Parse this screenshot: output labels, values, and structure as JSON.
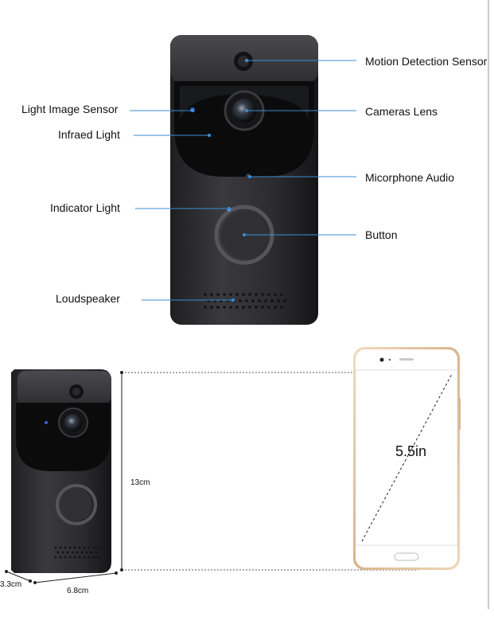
{
  "callouts": {
    "motion_sensor": "Motion Detection Sensor",
    "light_sensor": "Light Image Sensor",
    "camera_lens": "Cameras Lens",
    "infrared": "Infraed Light",
    "microphone": "Micorphone Audio",
    "indicator": "Indicator Light",
    "button": "Button",
    "loudspeaker": "Loudspeaker"
  },
  "dimensions": {
    "height": "13cm",
    "depth": "3.3cm",
    "width": "6.8cm",
    "screen": "5.5in"
  },
  "colors": {
    "leader": "#3a8fd6",
    "body": "#2b2b2e",
    "glass": "#0b0b0c",
    "phone_frame": "#e6c9a6"
  }
}
